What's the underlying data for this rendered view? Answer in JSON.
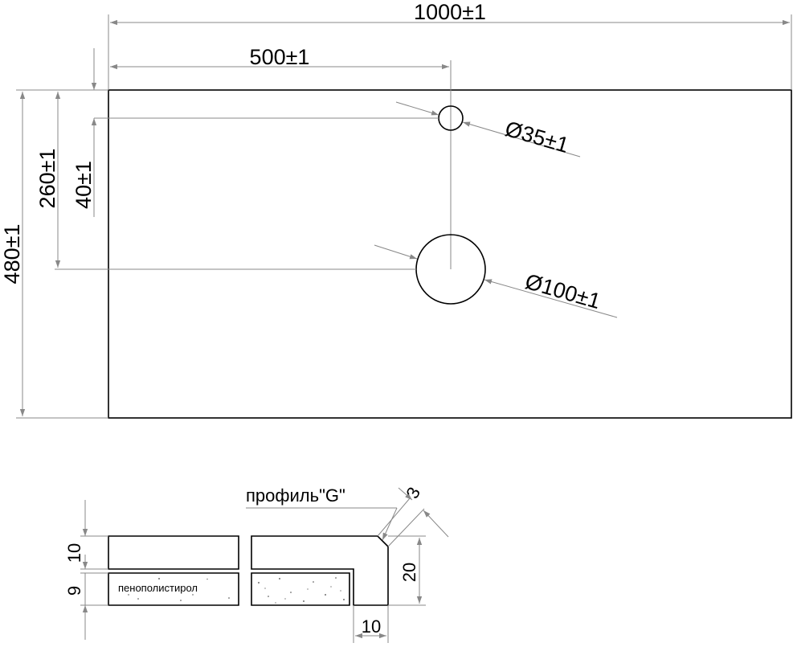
{
  "drawing": {
    "top_view": {
      "width_dim": "1000±1",
      "center_dim": "500±1",
      "depth_dim": "480±1",
      "hole_large_offset_dim": "260±1",
      "hole_small_offset_dim": "40±1",
      "hole_small_diameter": "Ø35±1",
      "hole_large_diameter": "Ø100±1"
    },
    "section_view": {
      "profile_label": "профиль\"G\"",
      "foam_label": "пенополистирол",
      "top_layer_thickness": "10",
      "foam_layer_thickness": "9",
      "edge_height": "20",
      "edge_width": "10",
      "chamfer": "3"
    },
    "colors": {
      "line": "#000000",
      "dim_line": "#888888",
      "background": "#ffffff"
    }
  }
}
